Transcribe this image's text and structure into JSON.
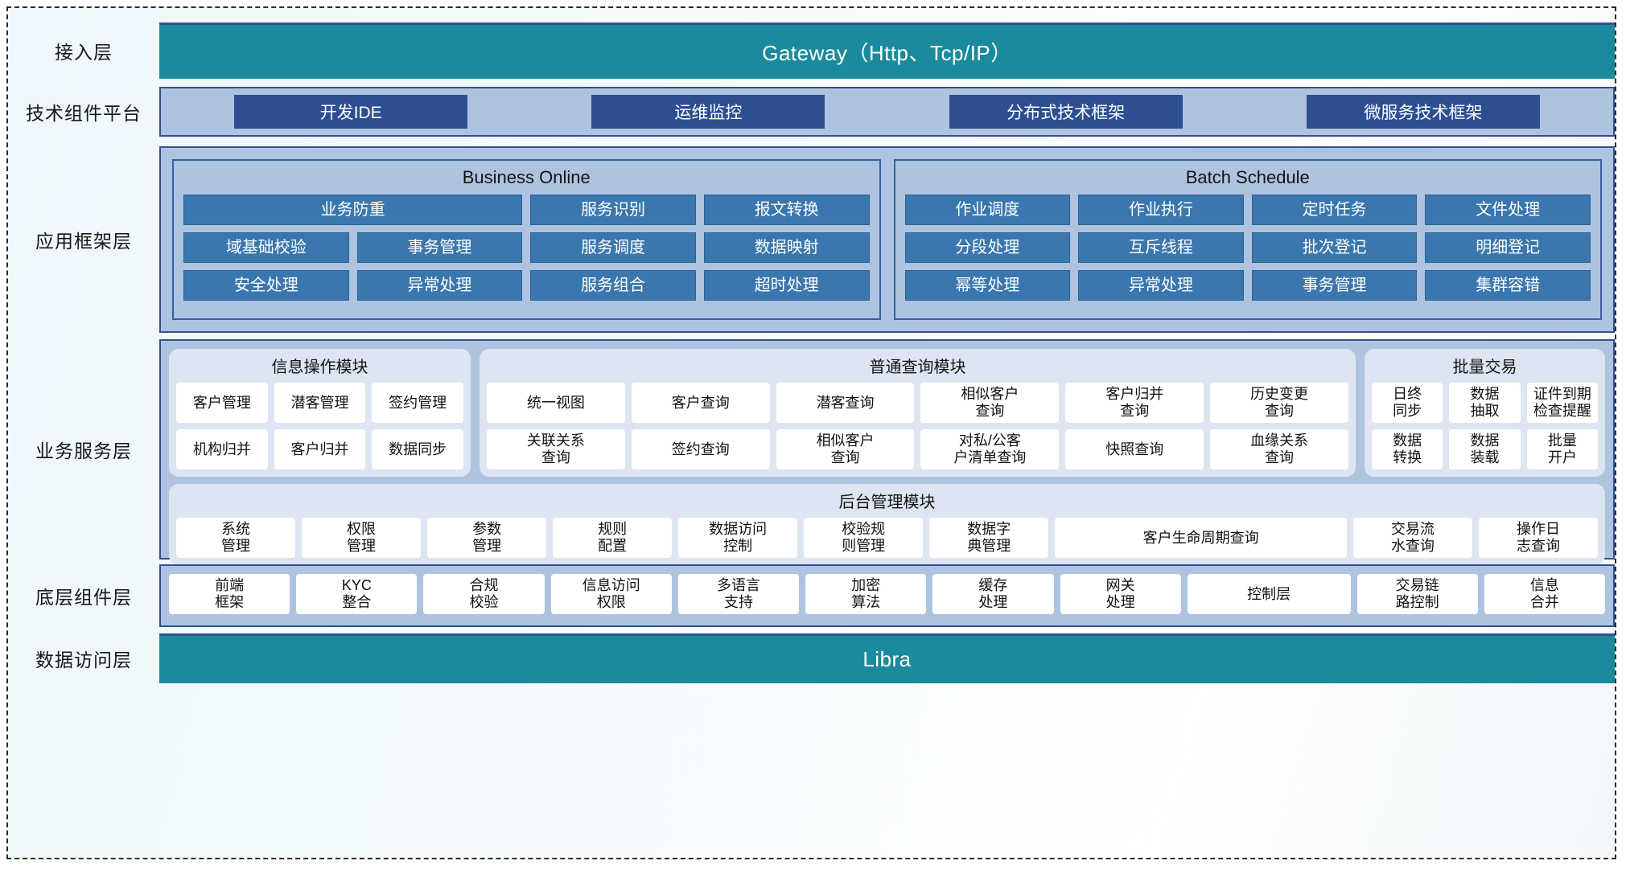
{
  "diagram": {
    "title": "分层应用架构图",
    "colors": {
      "teal_bar": "#1b8a9c",
      "dark_blue_chip": "#2d4f92",
      "mid_blue_chip": "#3a77ae",
      "panel_blue": "#aec3e0",
      "module_blue": "#dde5f2",
      "border_blue": "#35508f"
    }
  },
  "layers": {
    "access": {
      "label": "接入层",
      "bar_text": "Gateway（Http、Tcp/IP）"
    },
    "tech_platform": {
      "label": "技术组件平台",
      "chips": [
        "开发IDE",
        "运维监控",
        "分布式技术框架",
        "微服务技术框架"
      ]
    },
    "app_framework": {
      "label": "应用框架层",
      "panels": [
        {
          "title": "Business Online",
          "items": [
            {
              "label": "业务防重",
              "span": 2
            },
            {
              "label": "服务识别",
              "span": 1
            },
            {
              "label": "报文转换",
              "span": 1
            },
            {
              "label": "域基础校验",
              "span": 1
            },
            {
              "label": "事务管理",
              "span": 1
            },
            {
              "label": "服务调度",
              "span": 1
            },
            {
              "label": "数据映射",
              "span": 1
            },
            {
              "label": "安全处理",
              "span": 1
            },
            {
              "label": "异常处理",
              "span": 1
            },
            {
              "label": "服务组合",
              "span": 1
            },
            {
              "label": "超时处理",
              "span": 1
            }
          ]
        },
        {
          "title": "Batch Schedule",
          "items": [
            {
              "label": "作业调度",
              "span": 1
            },
            {
              "label": "作业执行",
              "span": 1
            },
            {
              "label": "定时任务",
              "span": 1
            },
            {
              "label": "文件处理",
              "span": 1
            },
            {
              "label": "分段处理",
              "span": 1
            },
            {
              "label": "互斥线程",
              "span": 1
            },
            {
              "label": "批次登记",
              "span": 1
            },
            {
              "label": "明细登记",
              "span": 1
            },
            {
              "label": "幂等处理",
              "span": 1
            },
            {
              "label": "异常处理",
              "span": 1
            },
            {
              "label": "事务管理",
              "span": 1
            },
            {
              "label": "集群容错",
              "span": 1
            }
          ]
        }
      ]
    },
    "business_service": {
      "label": "业务服务层",
      "modules": [
        {
          "id": "mod-info",
          "title": "信息操作模块",
          "cells": [
            "客户管理",
            "潜客管理",
            "签约管理",
            "机构归并",
            "客户归并",
            "数据同步"
          ]
        },
        {
          "id": "mod-query",
          "title": "普通查询模块",
          "cells": [
            "统一视图",
            "客户查询",
            "潜客查询",
            "相似客户\n查询",
            "客户归并\n查询",
            "历史变更\n查询",
            "关联关系\n查询",
            "签约查询",
            "相似客户\n查询",
            "对私/公客\n户清单查询",
            "快照查询",
            "血缘关系\n查询"
          ]
        },
        {
          "id": "mod-batch",
          "title": "批量交易",
          "cells": [
            "日终\n同步",
            "数据\n抽取",
            "证件到期\n检查提醒",
            "数据\n转换",
            "数据\n装载",
            "批量\n开户"
          ]
        },
        {
          "id": "mod-admin",
          "title": "后台管理模块",
          "cells": [
            "系统\n管理",
            "权限\n管理",
            "参数\n管理",
            "规则\n配置",
            "数据访问\n控制",
            "校验规\n则管理",
            "数据字\n典管理",
            "客户生命周期查询",
            "交易流\n水查询",
            "操作日\n志查询"
          ]
        }
      ]
    },
    "base_component": {
      "label": "底层组件层",
      "cells": [
        "前端\n框架",
        "KYC\n整合",
        "合规\n校验",
        "信息访问\n权限",
        "多语言\n支持",
        "加密\n算法",
        "缓存\n处理",
        "网关\n处理",
        "控制层",
        "交易链\n路控制",
        "信息\n合并"
      ]
    },
    "data_access": {
      "label": "数据访问层",
      "bar_text": "Libra"
    }
  }
}
